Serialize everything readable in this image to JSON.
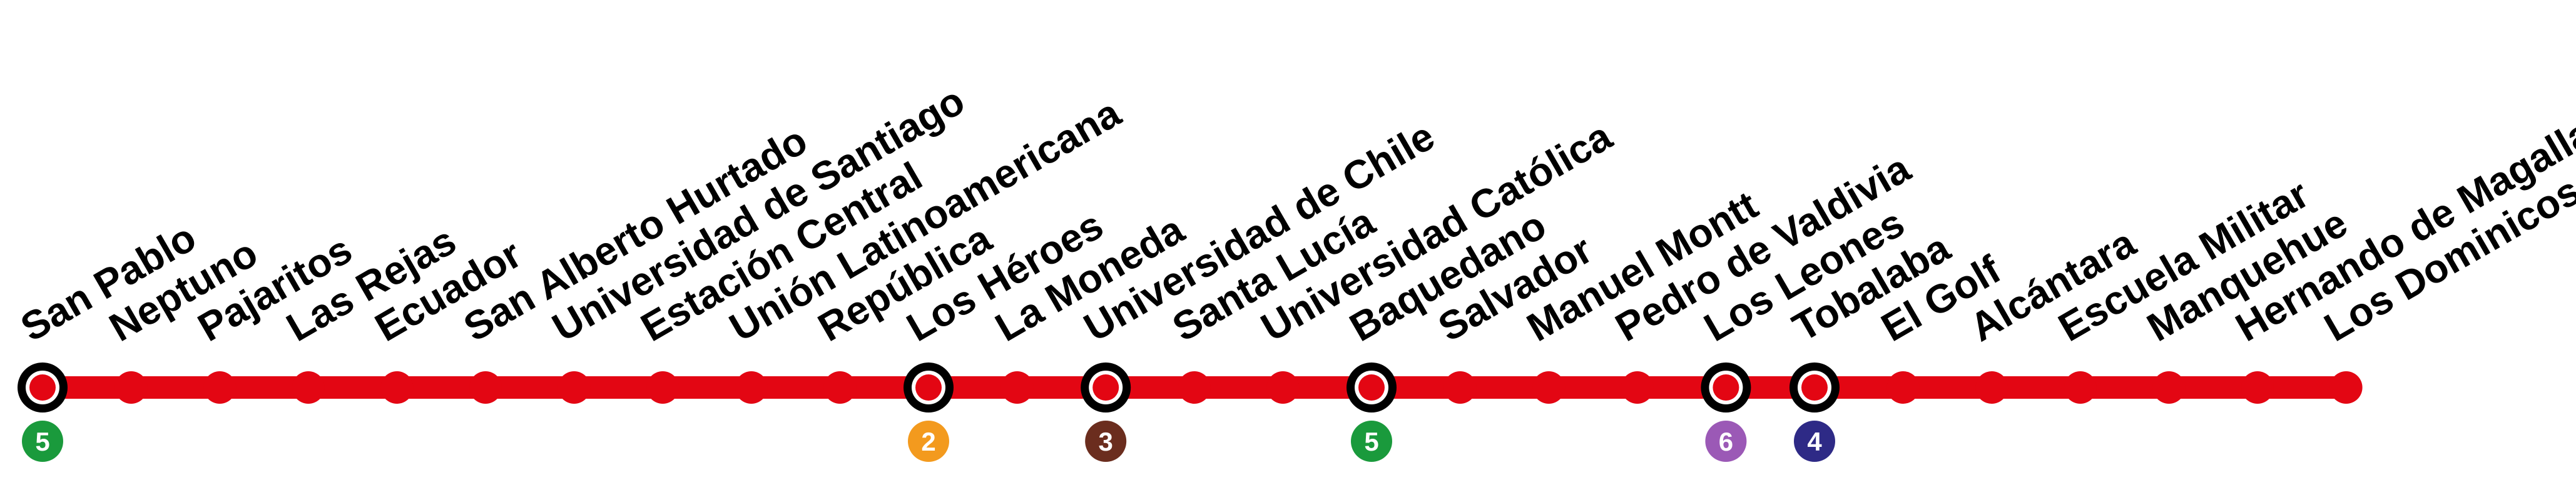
{
  "line": {
    "color": "#e30613",
    "transfer_ring_color": "#000000",
    "stations": [
      {
        "name": "San Pablo",
        "transfer": true,
        "connection": "5"
      },
      {
        "name": "Neptuno"
      },
      {
        "name": "Pajaritos"
      },
      {
        "name": "Las Rejas"
      },
      {
        "name": "Ecuador"
      },
      {
        "name": "San Alberto Hurtado"
      },
      {
        "name": "Universidad de Santiago"
      },
      {
        "name": "Estación Central"
      },
      {
        "name": "Unión Latinoamericana"
      },
      {
        "name": "República"
      },
      {
        "name": "Los Héroes",
        "transfer": true,
        "connection": "2"
      },
      {
        "name": "La Moneda"
      },
      {
        "name": "Universidad de Chile",
        "transfer": true,
        "connection": "3"
      },
      {
        "name": "Santa Lucía"
      },
      {
        "name": "Universidad Católica"
      },
      {
        "name": "Baquedano",
        "transfer": true,
        "connection": "5"
      },
      {
        "name": "Salvador"
      },
      {
        "name": "Manuel Montt"
      },
      {
        "name": "Pedro de Valdivia"
      },
      {
        "name": "Los Leones",
        "transfer": true,
        "connection": "6"
      },
      {
        "name": "Tobalaba",
        "transfer": true,
        "connection": "4"
      },
      {
        "name": "El Golf"
      },
      {
        "name": "Alcántara"
      },
      {
        "name": "Escuela Militar"
      },
      {
        "name": "Manquehue"
      },
      {
        "name": "Hernando de Magallanes"
      },
      {
        "name": "Los Dominicos"
      }
    ]
  },
  "connection_colors": {
    "2": "#f39a1e",
    "3": "#6b2d1e",
    "4": "#2e2a86",
    "5": "#1a9a3c",
    "6": "#9b59b6"
  }
}
